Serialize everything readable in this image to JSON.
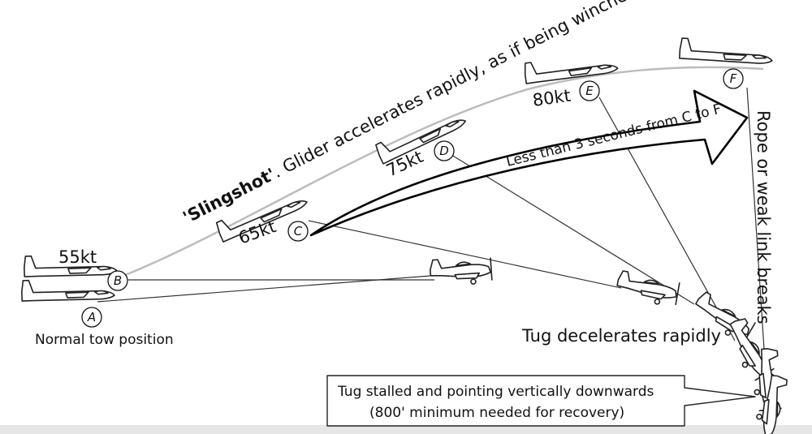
{
  "title_bold": "'Slingshot'",
  "title_rest": ". Glider accelerates rapidly, as if being winched or auto-towed",
  "arrow_text": "Less than 3 seconds from C to F",
  "rope_text": "Rope or weak link breaks",
  "tug_decel_text": "Tug decelerates rapidly",
  "normal_tow_text": "Normal tow position",
  "box_line1": "Tug stalled and pointing vertically downwards",
  "box_line2": "(800' minimum needed for recovery)",
  "points": [
    {
      "letter": "A",
      "speed": ""
    },
    {
      "letter": "B",
      "speed": "55kt"
    },
    {
      "letter": "C",
      "speed": "65kt"
    },
    {
      "letter": "D",
      "speed": "75kt"
    },
    {
      "letter": "E",
      "speed": "80kt"
    },
    {
      "letter": "F",
      "speed": ""
    }
  ]
}
